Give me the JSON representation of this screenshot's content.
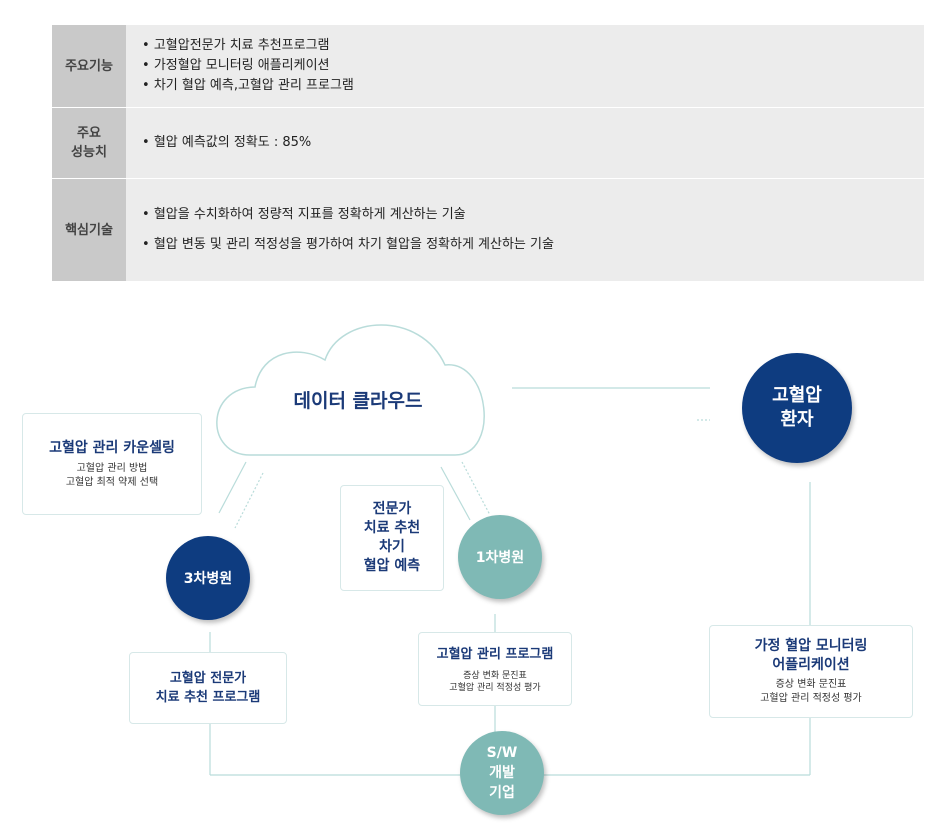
{
  "table": [
    {
      "label": "주요기능",
      "items": [
        "고혈압전문가 치료 추천프로그램",
        "가정혈압 모니터링 애플리케이션",
        "차기 혈압 예측,고혈압 관리 프로그램"
      ]
    },
    {
      "label": "주요\n성능치",
      "items": [
        "혈압 예측값의 정확도 : 85%"
      ]
    },
    {
      "label": "핵심기술",
      "items": [
        "혈압을 수치화하여 정량적 지표를 정확하게 계산하는 기술",
        "혈압 변동 및 관리 적정성을 평가하여 차기 혈압을 정확하게 계산하는 기술"
      ]
    }
  ],
  "diagram": {
    "cloud": "데이터 클라우드",
    "patient": "고혈압\n환자",
    "hospital3": "3차병원",
    "hospital1": "1차병원",
    "sw": "S/W\n개발\n기업",
    "counseling": {
      "title": "고혈압 관리 카운셀링",
      "lines": [
        "고혈압 관리 방법",
        "고혈압 최적 약제 선택"
      ]
    },
    "expert": "전문가\n치료 추천\n차기\n혈압 예측",
    "program": {
      "title": "고혈압 관리 프로그램",
      "lines": [
        "증상 변화 문진표",
        "고혈압 관리 적정성 평가"
      ]
    },
    "home": {
      "title": "가정 혈압 모니터링\n어플리케이션",
      "lines": [
        "증상 변화 문진표",
        "고혈압 관리 적정성 평가"
      ]
    },
    "expert_program": "고혈압 전문가\n치료 추천 프로그램"
  }
}
